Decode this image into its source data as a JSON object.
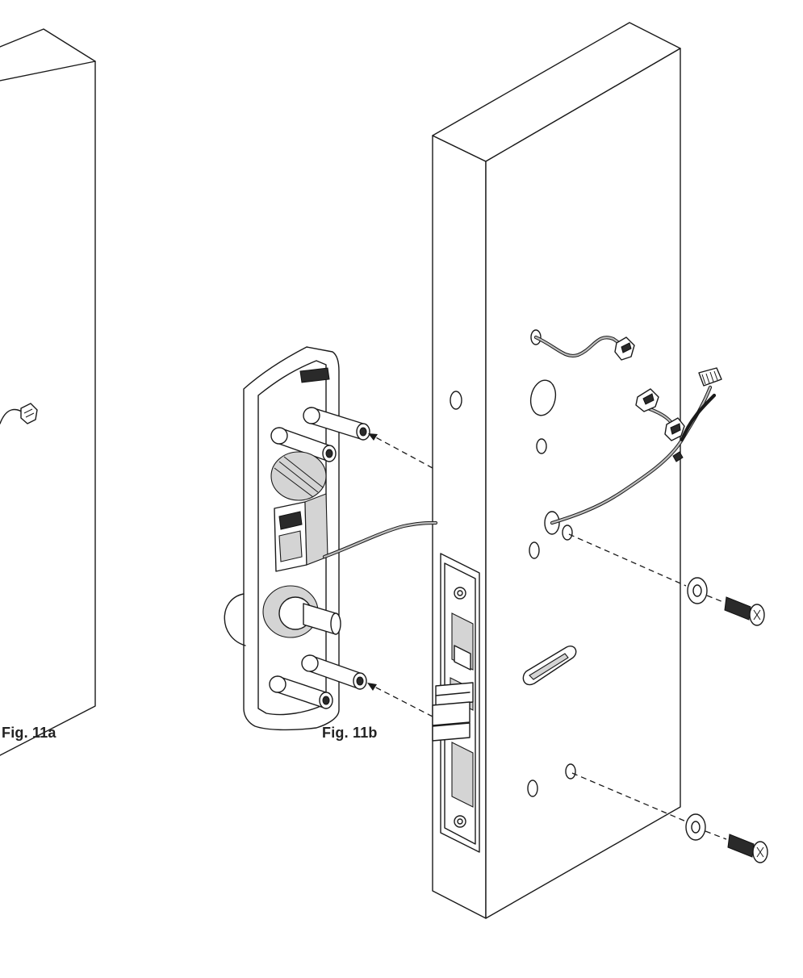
{
  "figures": [
    {
      "id": "fig-11a",
      "caption": "Fig. 11a"
    },
    {
      "id": "fig-11b",
      "caption": "Fig. 11b"
    }
  ],
  "colors": {
    "line": "#1a1a1a",
    "background": "#ffffff",
    "shade": "#d4d4d4"
  }
}
